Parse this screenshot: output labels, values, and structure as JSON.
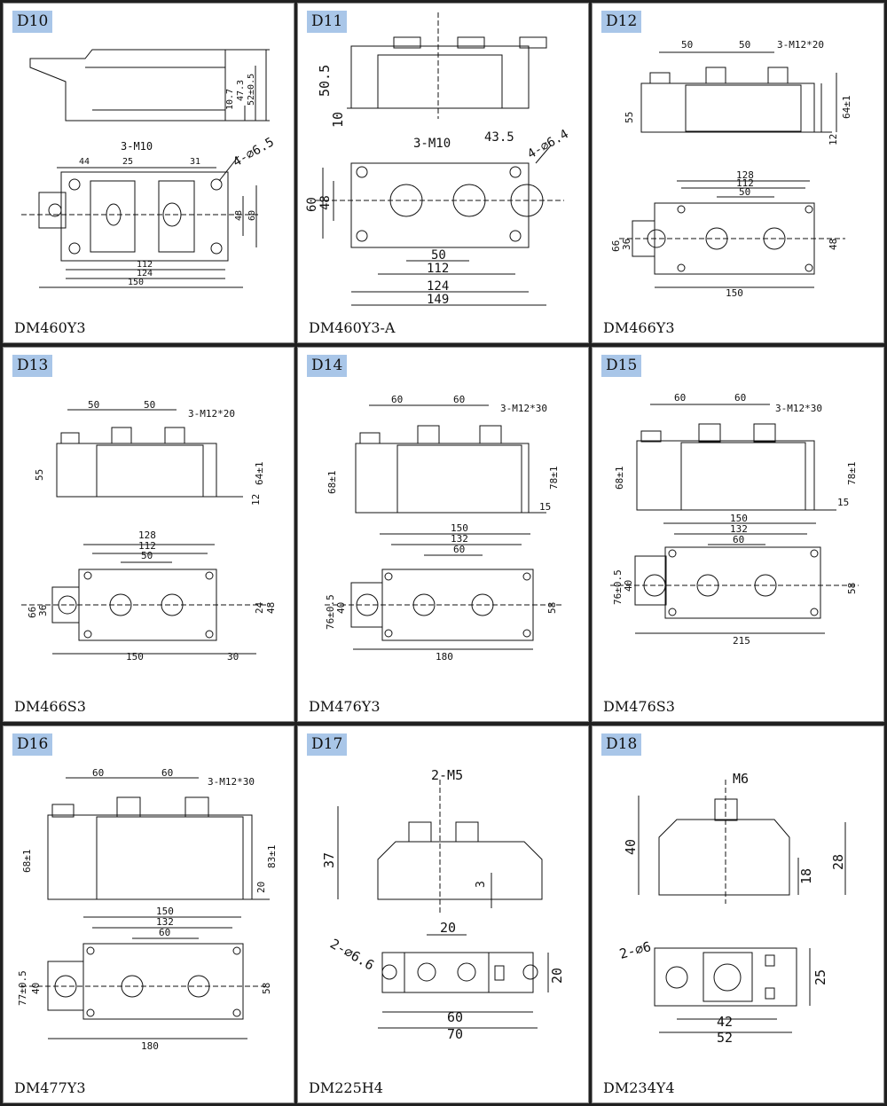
{
  "panels": [
    {
      "tag": "D10",
      "model": "DM460Y3",
      "dims": {
        "d1": "10.7",
        "d2": "47.3",
        "d3": "52±0.5",
        "thread": "3-M10",
        "hole": "4-⌀6.5",
        "w1": "44",
        "w2": "25",
        "w3": "31",
        "h1": "48",
        "h2": "60",
        "b1": "112",
        "b2": "124",
        "b3": "150"
      }
    },
    {
      "tag": "D11",
      "model": "DM460Y3-A",
      "dims": {
        "h1": "50.5",
        "h2": "10",
        "thread": "3-M10",
        "pitch": "43.5",
        "hole": "4-⌀6.4",
        "v1": "60",
        "v2": "48",
        "b1": "50",
        "b2": "112",
        "b3": "124",
        "b4": "149"
      }
    },
    {
      "tag": "D12",
      "model": "DM466Y3",
      "dims": {
        "p1": "50",
        "p2": "50",
        "thread": "3-M12*20",
        "h1": "55",
        "h2": "64±1",
        "h3": "12",
        "t1": "128",
        "t2": "112",
        "t3": "50",
        "v1": "66",
        "v2": "36",
        "v3": "48",
        "b1": "150"
      }
    },
    {
      "tag": "D13",
      "model": "DM466S3",
      "dims": {
        "p1": "50",
        "p2": "50",
        "thread": "3-M12*20",
        "h1": "55",
        "h2": "64±1",
        "h3": "12",
        "t1": "128",
        "t2": "112",
        "t3": "50",
        "v1": "66",
        "v2": "36",
        "v3": "24",
        "v4": "48",
        "b1": "150",
        "b2": "30"
      }
    },
    {
      "tag": "D14",
      "model": "DM476Y3",
      "dims": {
        "p1": "60",
        "p2": "60",
        "thread": "3-M12*30",
        "h1": "68±1",
        "h2": "78±1",
        "h3": "15",
        "t1": "150",
        "t2": "132",
        "t3": "60",
        "v1": "76±0.5",
        "v2": "40",
        "v3": "58",
        "b1": "180"
      }
    },
    {
      "tag": "D15",
      "model": "DM476S3",
      "dims": {
        "p1": "60",
        "p2": "60",
        "thread": "3-M12*30",
        "h1": "68±1",
        "h2": "78±1",
        "h3": "15",
        "t1": "150",
        "t2": "132",
        "t3": "60",
        "v1": "76±0.5",
        "v2": "40",
        "v3": "58",
        "b1": "215"
      }
    },
    {
      "tag": "D16",
      "model": "DM477Y3",
      "dims": {
        "p1": "60",
        "p2": "60",
        "thread": "3-M12*30",
        "h1": "68±1",
        "h2": "83±1",
        "h3": "20",
        "t1": "150",
        "t2": "132",
        "t3": "60",
        "v1": "77±0.5",
        "v2": "40",
        "v3": "58",
        "b1": "180"
      }
    },
    {
      "tag": "D17",
      "model": "DM225H4",
      "dims": {
        "thread": "2-M5",
        "h1": "37",
        "h2": "3",
        "pitch": "20",
        "hole": "2-⌀6.6",
        "v1": "20",
        "b1": "60",
        "b2": "70"
      }
    },
    {
      "tag": "D18",
      "model": "DM234Y4",
      "dims": {
        "thread": "M6",
        "h1": "40",
        "h2": "18",
        "h3": "28",
        "hole": "2-⌀6",
        "v1": "25",
        "b1": "42",
        "b2": "52"
      }
    }
  ],
  "colors": {
    "tag_bg": "#a9c6e8",
    "grid": "#202020",
    "line": "#111111"
  }
}
